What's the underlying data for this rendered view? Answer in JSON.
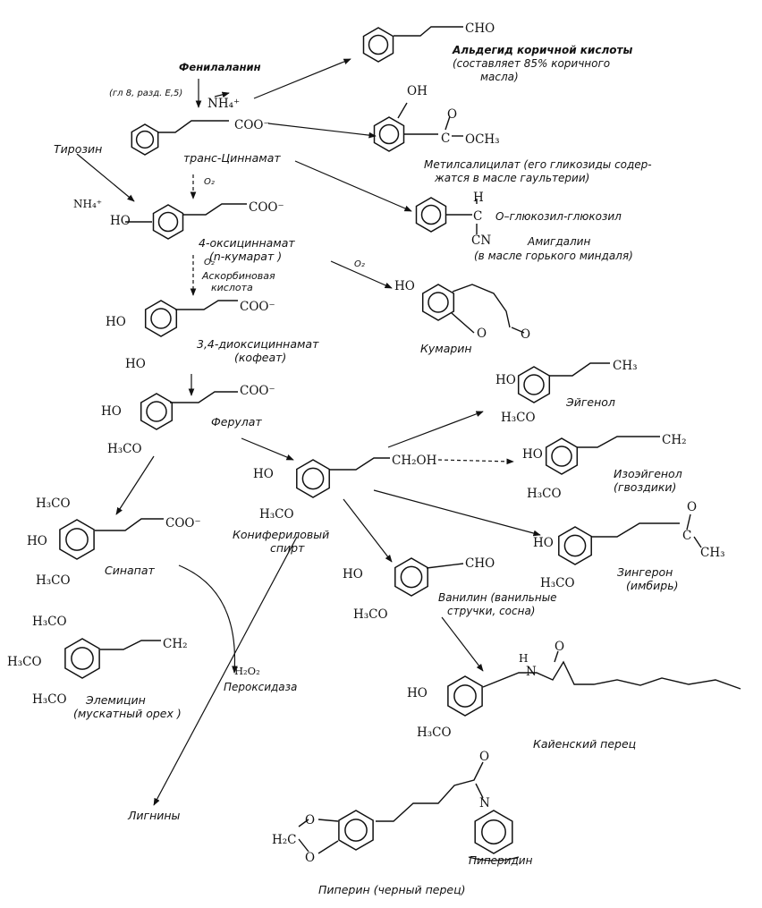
{
  "labels": {
    "phenylalanine": "Фенилаланин",
    "ref": "(гл 8, разд. Е,5)",
    "nh4_1": "NH₄⁺",
    "tyrosine": "Тирозин",
    "nh4_2": "NH₄⁺",
    "coo_trans": "COO⁻",
    "trans_cinnamate": "транс-Циннамат",
    "o2_1": "O₂",
    "ho_cou": "HO",
    "coo_cou": "COO⁻",
    "coumarate_1": "4-оксициннамат",
    "coumarate_2": "(n-кумарат )",
    "o2_2": "O₂",
    "ascorbic_1": "Аскорбиновая",
    "ascorbic_2": "кислота",
    "o2_3": "O₂",
    "ho_caf1": "HO",
    "ho_caf2": "HO",
    "coo_caf": "COO⁻",
    "caffeate_1": "3,4-диоксициннамат",
    "caffeate_2": "(кофеат)",
    "ho_fer": "HO",
    "h3co_fer": "H₃CO",
    "coo_fer": "COO⁻",
    "ferulate": "Ферулат",
    "h3co_sin1": "H₃CO",
    "ho_sin": "HO",
    "h3co_sin2": "H₃CO",
    "coo_sin": "COO⁻",
    "sinapate": "Синапат",
    "h3co_ele1": "H₃CO",
    "h3co_ele2": "H₃CO",
    "h3co_ele3": "H₃CO",
    "ch2_ele": "CH₂",
    "elemicin_1": "Элемицин",
    "elemicin_2": "(мускатный орех )",
    "h2o2": "H₂O₂",
    "peroxidase": "Пероксидаза",
    "lignins": "Лигнины",
    "cho_cin": "CHO",
    "cinnamaldehyde_1": "Альдегид коричной  кислоты",
    "cinnamaldehyde_2": "(составляет 85% коричного",
    "cinnamaldehyde_3": "масла)",
    "oh_ms": "OH",
    "o_ms": "O",
    "c_ms": "C",
    "och3_ms": "OCH₃",
    "methylsal_1": "Метилсалицилат (его гликозиды содер-",
    "methylsal_2": "жатся в масле гаультерии)",
    "h_amy": "H",
    "c_amy": "C",
    "glyco": "O–глюкозил-глюкозил",
    "cn_amy": "CN",
    "amygdalin_1": "Амигдалин",
    "amygdalin_2": "(в масле горького миндаля)",
    "ho_cum": "HO",
    "o_cum1": "O",
    "o_cum2": "O",
    "coumarin": "Кумарин",
    "ho_con": "HO",
    "h3co_con": "H₃CO",
    "ch2oh_con": "CH₂OH",
    "coniferyl_1": "Конифериловый",
    "coniferyl_2": "спирт",
    "ho_eug": "HO",
    "h3co_eug": "H₃CO",
    "ch3_eug": "CH₃",
    "eugenol": "Эйгенол",
    "ho_iso": "HO",
    "h3co_iso": "H₃CO",
    "ch2_iso": "CH₂",
    "isoeugenol_1": "Изоэйгенол",
    "isoeugenol_2": "(гвоздики)",
    "ho_zin": "HO",
    "h3co_zin": "H₃CO",
    "o_zin": "O",
    "c_zin": "C",
    "ch3_zin": "CH₃",
    "zingerone_1": "Зингерон",
    "zingerone_2": "(имбирь)",
    "ho_van": "HO",
    "h3co_van": "H₃CO",
    "cho_van": "CHO",
    "vanillin_1": "Ванилин (ванильные",
    "vanillin_2": "стручки, сосна)",
    "ho_cap": "HO",
    "h3co_cap": "H₃CO",
    "nh_cap": "H",
    "n_cap": "N",
    "o_cap": "O",
    "capsaicin": "Кайенский перец",
    "h2c_pip": "H₂C",
    "o_pip1": "O",
    "o_pip2": "O",
    "o_pip3": "O",
    "n_pip": "N",
    "piperidine": "Пиперидин",
    "piperine": "Пиперин (черный перец)"
  }
}
